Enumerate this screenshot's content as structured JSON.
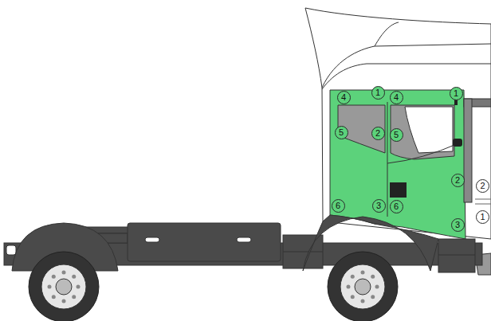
{
  "diagram": {
    "labels": [
      "4",
      "1",
      "4",
      "1",
      "5",
      "2",
      "5",
      "2",
      "2",
      "1",
      "6",
      "3",
      "6",
      "3"
    ]
  }
}
